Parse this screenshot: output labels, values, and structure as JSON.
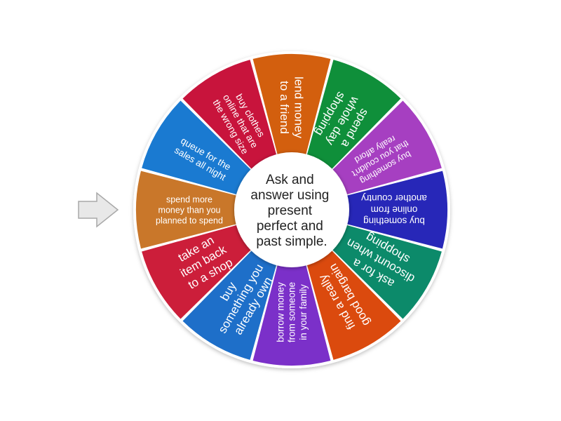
{
  "wheel": {
    "center_text": [
      "Ask and",
      "answer using",
      "present",
      "perfect and",
      "past simple."
    ],
    "segments": [
      {
        "lines": [
          "lend money",
          "to a friend"
        ],
        "color": "#d35f0e"
      },
      {
        "lines": [
          "spend a",
          "whole day",
          "shopping"
        ],
        "color": "#0f8f3a"
      },
      {
        "lines": [
          "buy something",
          "that you couldn't",
          "really afford"
        ],
        "color": "#a63fc1"
      },
      {
        "lines": [
          "buy something",
          "online from",
          "another country"
        ],
        "color": "#2727b8"
      },
      {
        "lines": [
          "ask for a",
          "discount when",
          "shopping"
        ],
        "color": "#0c8a6a"
      },
      {
        "lines": [
          "find a really",
          "good bargain"
        ],
        "color": "#db4a0e"
      },
      {
        "lines": [
          "borrow money",
          "from someone",
          "in your family"
        ],
        "color": "#7b30c9"
      },
      {
        "lines": [
          "buy",
          "something you",
          "already own"
        ],
        "color": "#1e6fc9"
      },
      {
        "lines": [
          "take an",
          "item back",
          "to a shop"
        ],
        "color": "#cc1e3a"
      },
      {
        "lines": [
          "spend more",
          "money than you",
          "planned to spend"
        ],
        "color": "#c9772a"
      },
      {
        "lines": [
          "queue for the",
          "sales all night"
        ],
        "color": "#1a7ad1"
      },
      {
        "lines": [
          "buy clothes",
          "online that are",
          "the wrong size"
        ],
        "color": "#c8143c"
      }
    ]
  },
  "pointer": {
    "icon": "arrow-right-icon",
    "color": "#e8e8e8",
    "stroke": "#a8a8a8"
  }
}
